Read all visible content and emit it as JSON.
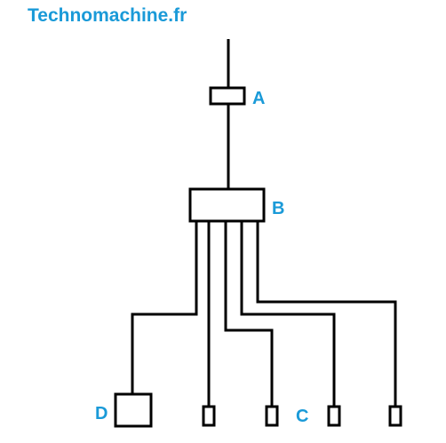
{
  "header": {
    "site_title": "Technomachine.fr"
  },
  "diagram": {
    "labels": {
      "a": "A",
      "b": "B",
      "c": "C",
      "d": "D"
    }
  },
  "colors": {
    "accent": "#1a9ad8",
    "line": "#000000",
    "background": "#ffffff"
  }
}
